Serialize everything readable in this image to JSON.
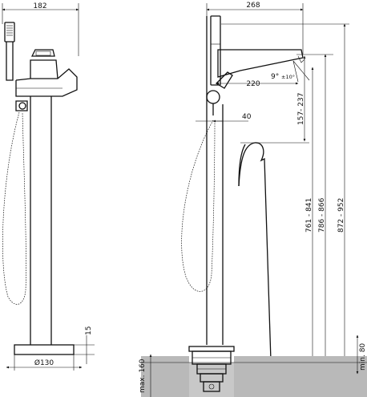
{
  "dimensions": {
    "front_width": "182",
    "diameter": "Ø130",
    "base_height": "15",
    "side_width": "268",
    "spout_angle": "9°",
    "spout_angle_tol": "±10°",
    "spout_reach": "220",
    "spout_offset": "40",
    "spout_height_range": "157- 237",
    "height_a": "761 - 841",
    "height_b": "786 - 866",
    "height_c": "872 - 952",
    "floor_depth": "max. 160",
    "min_depth": "min. 80"
  },
  "colors": {
    "line": "#111111",
    "floor": "#b9b9b9"
  }
}
